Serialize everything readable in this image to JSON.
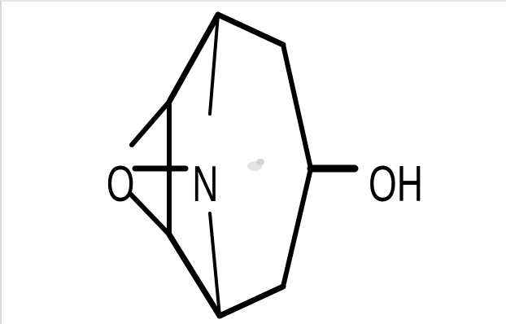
{
  "molecule": {
    "atom_labels": {
      "oxygen": "O",
      "nitrogen": "N",
      "hydroxyl": "OH"
    }
  },
  "colors": {
    "background": "#ffffff",
    "ink": "#000000",
    "frame_border": "#d9d9d9"
  }
}
